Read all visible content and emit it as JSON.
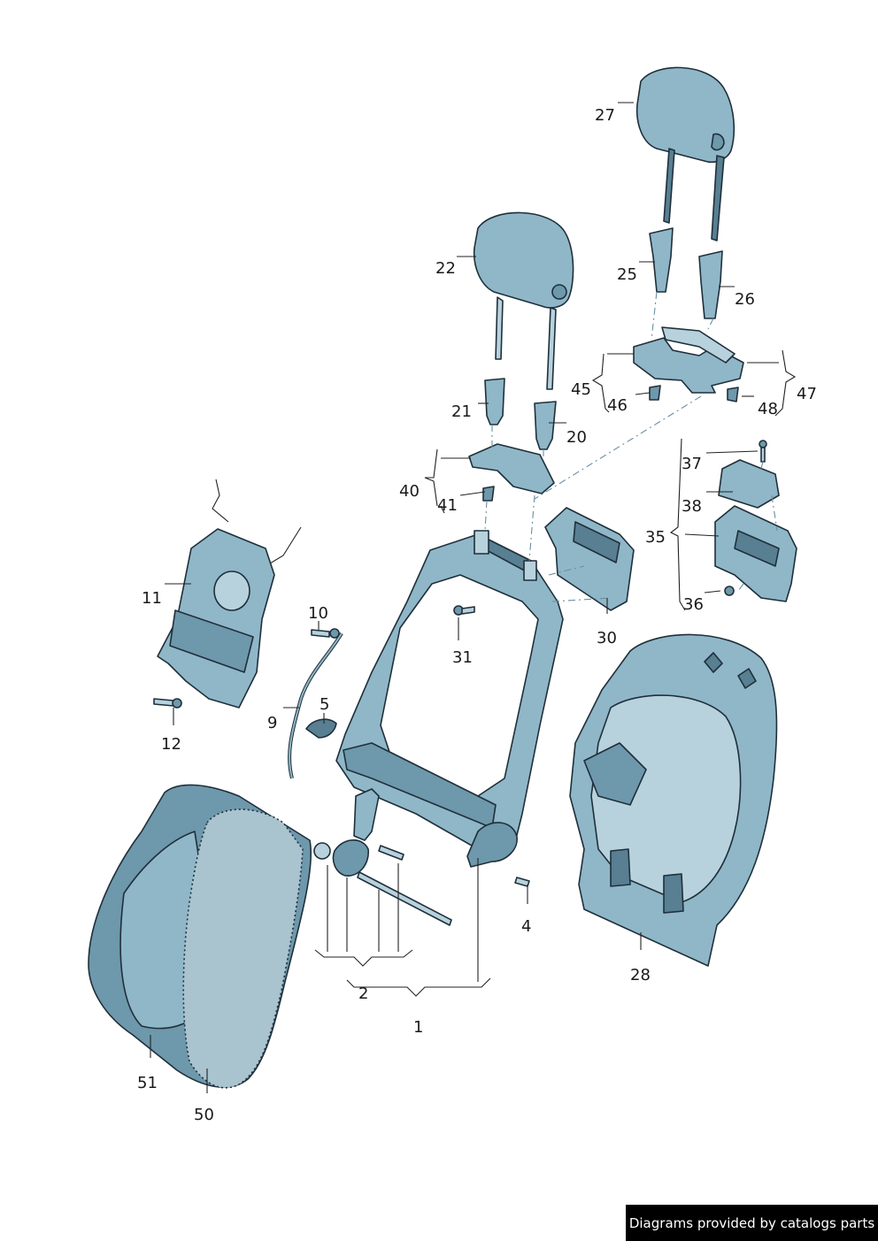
{
  "labels": {
    "p1": "1",
    "p2": "2",
    "p4": "4",
    "p5": "5",
    "p9": "9",
    "p10": "10",
    "p11": "11",
    "p12": "12",
    "p20": "20",
    "p21": "21",
    "p22": "22",
    "p25": "25",
    "p26": "26",
    "p27": "27",
    "p28": "28",
    "p30": "30",
    "p31": "31",
    "p35": "35",
    "p36": "36",
    "p37": "37",
    "p38": "38",
    "p40": "40",
    "p41": "41",
    "p45": "45",
    "p46": "46",
    "p47": "47",
    "p48": "48",
    "p50": "50",
    "p51": "51"
  },
  "footer": {
    "text": "Diagrams provided by catalogs parts"
  },
  "colors": {
    "part_light": "#8fb7c8",
    "part_mid": "#6e98ab",
    "part_dark": "#587f92",
    "outline": "#1f2f3a"
  }
}
